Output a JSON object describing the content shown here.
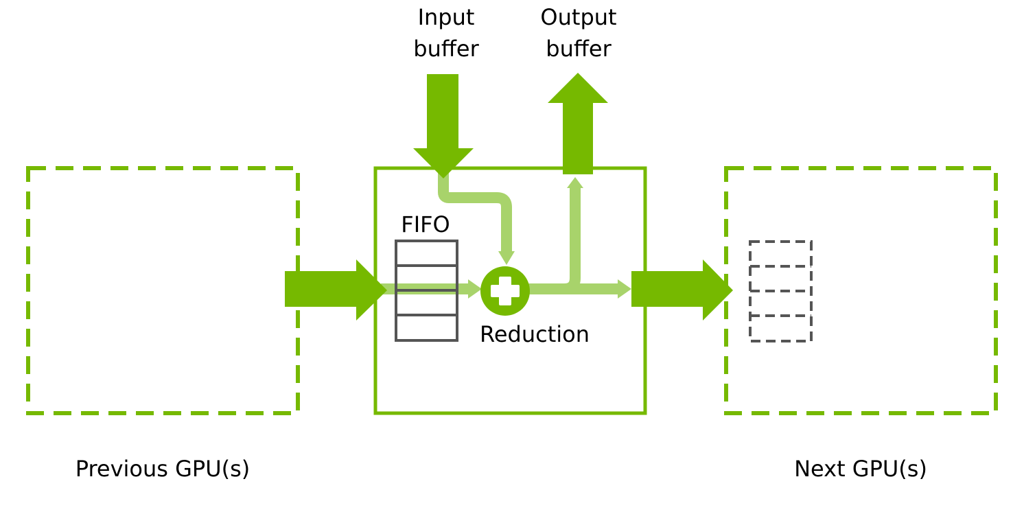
{
  "labels": {
    "input_line1": "Input",
    "input_line2": "buffer",
    "output_line1": "Output",
    "output_line2": "buffer",
    "fifo": "FIFO",
    "reduction": "Reduction",
    "previous_gpu": "Previous GPU(s)",
    "next_gpu": "Next GPU(s)"
  },
  "colors": {
    "primary_green": "#76b900",
    "light_green": "#a8d36b",
    "fifo_gray": "#555555",
    "dashed_gray": "#555555"
  },
  "icons": {
    "reduction": "plus-circle-icon"
  }
}
